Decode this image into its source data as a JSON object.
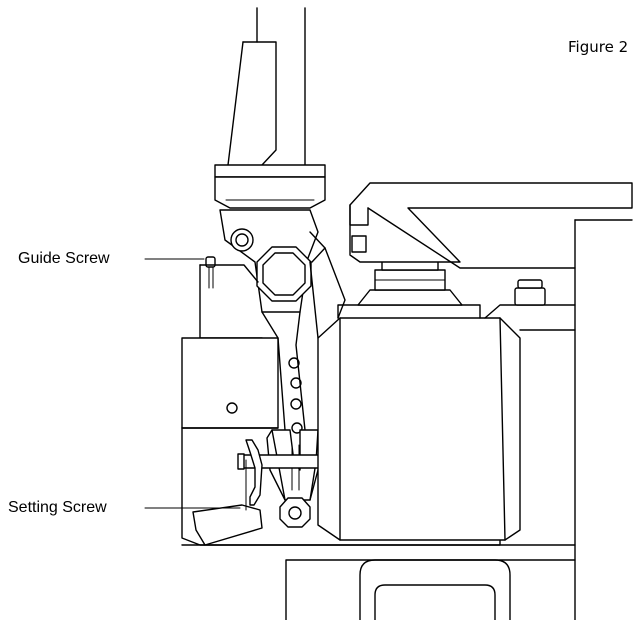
{
  "figure": {
    "title": "Figure 2",
    "callouts": {
      "guide_screw": "Guide Screw",
      "setting_screw": "Setting Screw"
    }
  }
}
